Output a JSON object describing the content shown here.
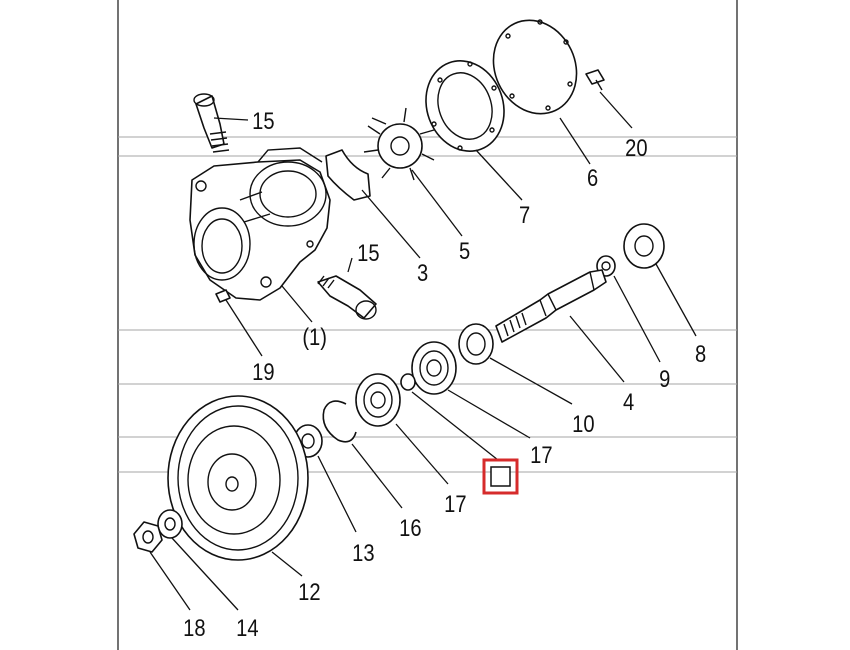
{
  "diagram": {
    "highlight_color": "#d62b2b",
    "callouts": {
      "c15a": "15",
      "c15b": "15",
      "c1": "(1)",
      "c19": "19",
      "c3": "3",
      "c5": "5",
      "c7": "7",
      "c6": "6",
      "c20": "20",
      "c8": "8",
      "c9": "9",
      "c4": "4",
      "c10": "10",
      "c17a": "17",
      "c17b": "17",
      "c16": "16",
      "c13": "13",
      "c12": "12",
      "c18": "18",
      "c14": "14"
    },
    "parts": [
      {
        "name": "pump-body"
      },
      {
        "name": "elbow-fitting-top"
      },
      {
        "name": "elbow-fitting-side"
      },
      {
        "name": "cam-plate"
      },
      {
        "name": "impeller"
      },
      {
        "name": "gasket"
      },
      {
        "name": "cover-plate"
      },
      {
        "name": "cover-screw"
      },
      {
        "name": "drain-plug"
      },
      {
        "name": "oil-seal"
      },
      {
        "name": "washer"
      },
      {
        "name": "shaft"
      },
      {
        "name": "seal-ring"
      },
      {
        "name": "bearing"
      },
      {
        "name": "snap-ring"
      },
      {
        "name": "bearing"
      },
      {
        "name": "circlip"
      },
      {
        "name": "spacer"
      },
      {
        "name": "pulley"
      },
      {
        "name": "washer"
      },
      {
        "name": "nut"
      }
    ]
  }
}
